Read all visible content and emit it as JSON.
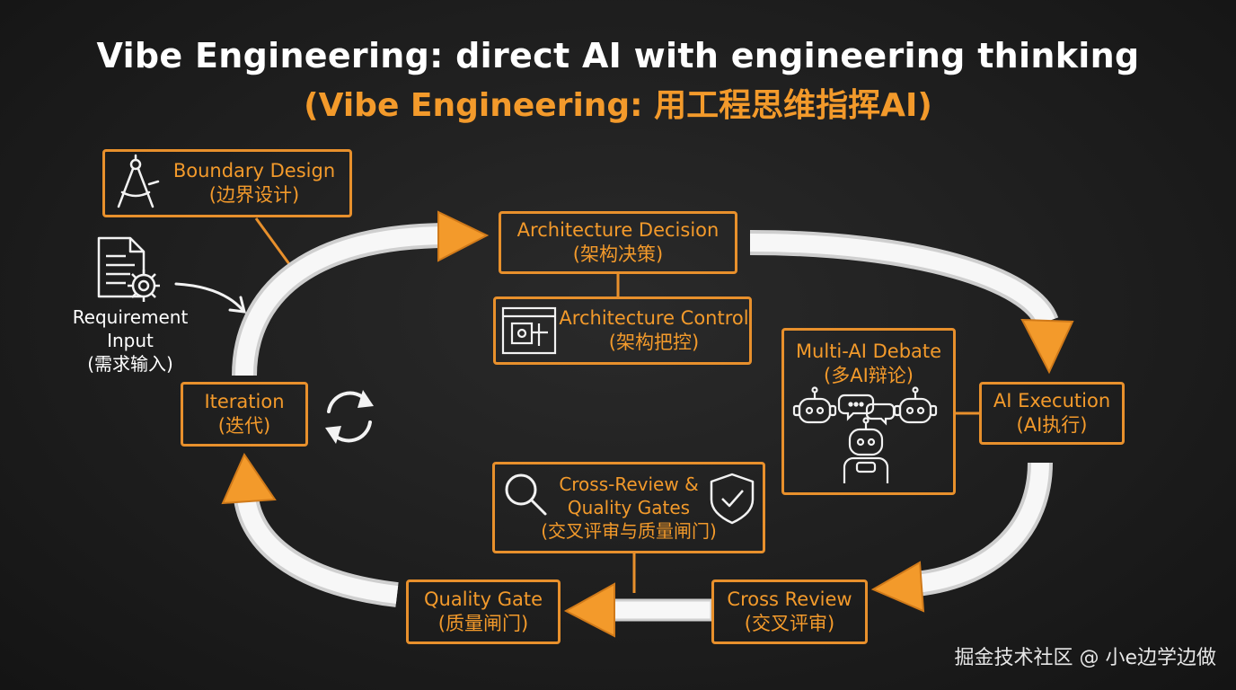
{
  "title": "Vibe Engineering: direct AI with engineering thinking",
  "subtitle": "(Vibe Engineering: 用工程思维指挥AI)",
  "nodes": {
    "boundary_design": {
      "en": "Boundary Design",
      "zh": "(边界设计)",
      "icon": "compass-icon"
    },
    "architecture_decision": {
      "en": "Architecture Decision",
      "zh": "(架构决策)"
    },
    "architecture_control": {
      "en": "Architecture Control",
      "zh": "(架构把控)",
      "icon": "blueprint-icon"
    },
    "multi_ai_debate": {
      "en": "Multi-AI Debate",
      "zh": "(多AI辩论)",
      "icon": "robots-icon"
    },
    "ai_execution": {
      "en": "AI Execution",
      "zh": "(AI执行)"
    },
    "cross_review_quality_gates": {
      "en1": "Cross-Review &",
      "en2": "Quality Gates",
      "zh": "(交叉评审与质量闸门)",
      "icons": [
        "magnifier-icon",
        "shield-check-icon"
      ]
    },
    "cross_review": {
      "en": "Cross Review",
      "zh": "(交叉评审)"
    },
    "quality_gate": {
      "en": "Quality Gate",
      "zh": "(质量闸门)"
    },
    "iteration": {
      "en": "Iteration",
      "zh": "(迭代)",
      "icon": "refresh-icon"
    }
  },
  "requirement_input": {
    "line1": "Requirement",
    "line2": "Input",
    "zh": "(需求输入)",
    "icon": "document-gear-icon"
  },
  "watermark": "掘金技术社区 @ 小e边学边做",
  "colors": {
    "accent": "#f39a2b",
    "background": "#1c1c1c",
    "arrow_body": "#f4f4f4"
  }
}
